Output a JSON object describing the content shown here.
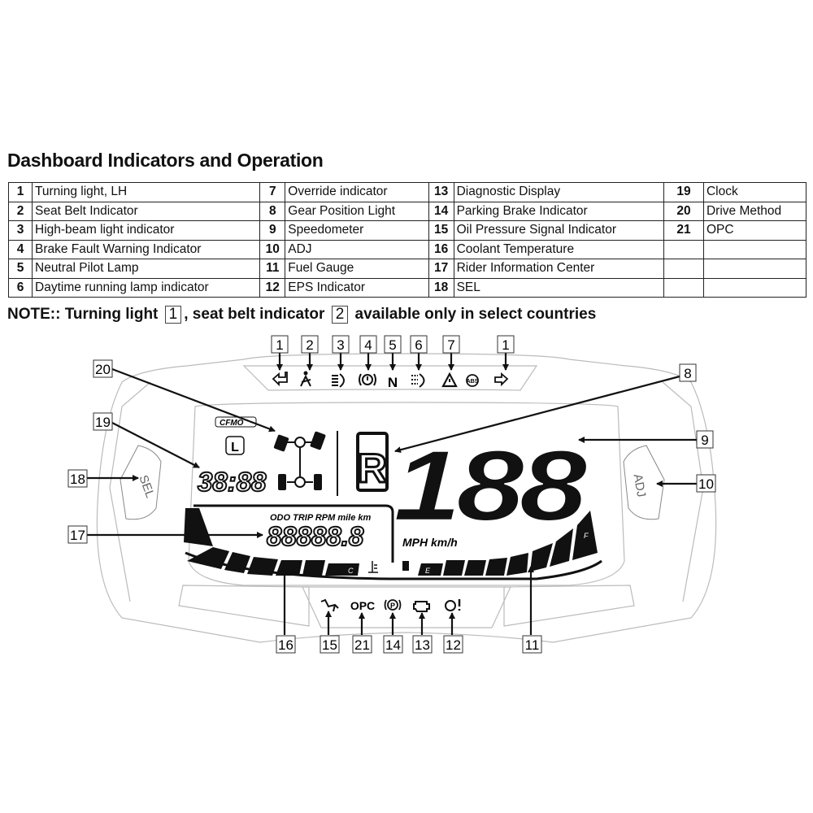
{
  "title": "Dashboard Indicators and Operation",
  "table": [
    [
      {
        "n": "1",
        "label": "Turning light, LH"
      },
      {
        "n": "7",
        "label": "Override indicator"
      },
      {
        "n": "13",
        "label": "Diagnostic Display"
      },
      {
        "n": "19",
        "label": "Clock"
      }
    ],
    [
      {
        "n": "2",
        "label": "Seat Belt Indicator"
      },
      {
        "n": "8",
        "label": "Gear Position Light"
      },
      {
        "n": "14",
        "label": "Parking Brake Indicator"
      },
      {
        "n": "20",
        "label": "Drive Method"
      }
    ],
    [
      {
        "n": "3",
        "label": "High-beam light indicator"
      },
      {
        "n": "9",
        "label": "Speedometer"
      },
      {
        "n": "15",
        "label": "Oil Pressure Signal Indicator"
      },
      {
        "n": "21",
        "label": "OPC"
      }
    ],
    [
      {
        "n": "4",
        "label": "Brake Fault Warning Indicator"
      },
      {
        "n": "10",
        "label": "ADJ"
      },
      {
        "n": "16",
        "label": "Coolant Temperature"
      },
      {
        "n": "",
        "label": ""
      }
    ],
    [
      {
        "n": "5",
        "label": "Neutral Pilot Lamp"
      },
      {
        "n": "11",
        "label": "Fuel Gauge"
      },
      {
        "n": "17",
        "label": "Rider Information Center"
      },
      {
        "n": "",
        "label": ""
      }
    ],
    [
      {
        "n": "6",
        "label": "Daytime running lamp indicator"
      },
      {
        "n": "12",
        "label": "EPS Indicator"
      },
      {
        "n": "18",
        "label": "SEL"
      },
      {
        "n": "",
        "label": ""
      }
    ]
  ],
  "note": {
    "prefix": "NOTE:: Turning light",
    "ref1": "1",
    "middle": ", seat belt indicator",
    "ref2": "2",
    "suffix": "available only in select countries"
  },
  "callouts": [
    "1",
    "2",
    "3",
    "4",
    "5",
    "6",
    "7",
    "1",
    "8",
    "9",
    "10",
    "20",
    "19",
    "18",
    "17",
    "16",
    "15",
    "21",
    "14",
    "13",
    "12",
    "11"
  ],
  "display": {
    "clock": "38:88",
    "odometer": "88888.8",
    "odo_labels": "ODO TRIP RPM  mile km",
    "speed": "188",
    "speed_units": "MPH km/h",
    "gear": "R",
    "neutral": "N",
    "abs": "ABS",
    "opc": "OPC",
    "coolant_cold": "C",
    "fuel_empty": "E",
    "fuel_full": "F",
    "sel": "SEL",
    "adj": "ADJ",
    "logo": "CFMO",
    "clock_icon": "L"
  }
}
